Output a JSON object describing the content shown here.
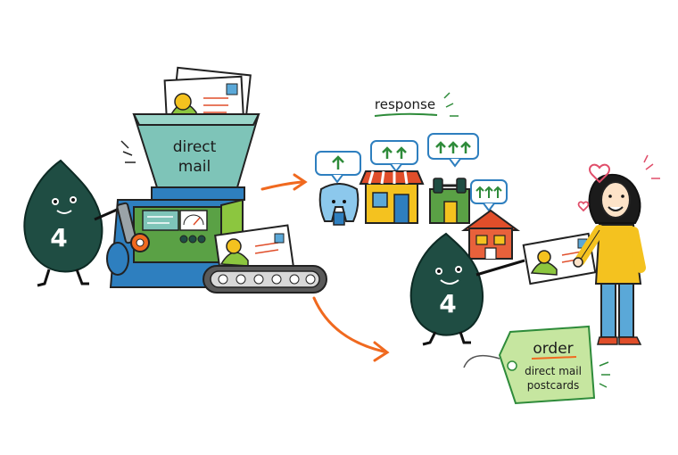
{
  "hopper": {
    "line1": "direct",
    "line2": "mail"
  },
  "mascot_left": {
    "number": "4"
  },
  "mascot_right": {
    "number": "4"
  },
  "response_label": "response",
  "tag": {
    "title": "order",
    "line1": "direct mail",
    "line2": "postcards"
  },
  "colors": {
    "mascot": "#1f4d43",
    "arrow": "#f0691f",
    "machine_blue": "#2e7fbf",
    "machine_green": "#5aa145",
    "tag_green": "#c6e6a0",
    "up_arrow": "#2e8b3a",
    "person_shirt": "#f4c21f",
    "person_pants": "#5aa8d8"
  },
  "icons": [
    "tooth-shop-icon",
    "storefront-icon",
    "gym-icon",
    "house-icon",
    "heart-icon",
    "up-arrow-icon",
    "postcard-icon"
  ]
}
